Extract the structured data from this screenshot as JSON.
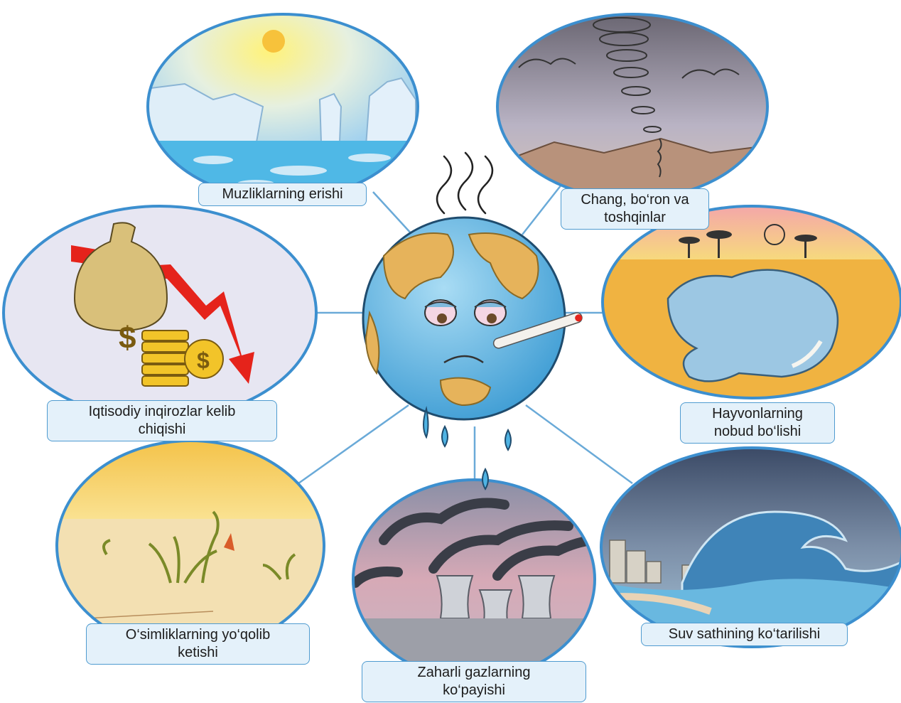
{
  "center": {
    "icon": "sick-earth-with-thermometer-icon"
  },
  "consequences": [
    {
      "id": "glaciers",
      "icon": "melting-glaciers-icon",
      "lines": [
        "Muzliklarning erishi"
      ]
    },
    {
      "id": "storms",
      "icon": "tornado-icon",
      "lines": [
        "Chang, bo‘ron va",
        "toshqinlar"
      ]
    },
    {
      "id": "economy",
      "icon": "money-falling-chart-icon",
      "lines": [
        "Iqtisodiy inqirozlar kelib",
        "chiqishi"
      ]
    },
    {
      "id": "animals",
      "icon": "dead-elephant-icon",
      "lines": [
        "Hayvonlarning",
        "nobud bo‘lishi"
      ]
    },
    {
      "id": "plants",
      "icon": "wilting-plants-icon",
      "lines": [
        "O‘simliklarning yo‘qolib",
        "ketishi"
      ]
    },
    {
      "id": "gases",
      "icon": "factory-smoke-icon",
      "lines": [
        "Zaharli gazlarning",
        "ko‘payishi"
      ]
    },
    {
      "id": "sea",
      "icon": "tidal-wave-icon",
      "lines": [
        "Suv sathining ko‘tarilishi"
      ]
    }
  ],
  "colors": {
    "connector": "#4f9bd0",
    "label_bg": "#e4f1fa",
    "label_border": "#4f9bd0"
  }
}
